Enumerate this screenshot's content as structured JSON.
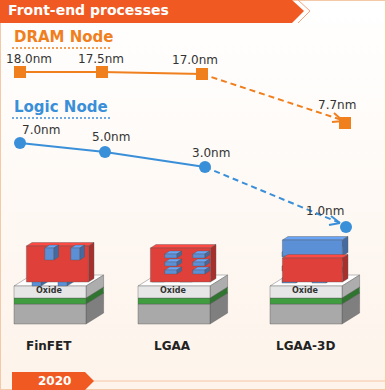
{
  "diagram": {
    "title": "Front-end processes",
    "nodes": [
      {
        "text": [
          "2020"
        ]
      }
    ],
    "labels": [
      "DRAM Node",
      "18.0nm",
      "17.5nm",
      "17.0nm",
      "7.7nm",
      "Logic Node",
      "7.0nm",
      "5.0nm",
      "3.0nm",
      "1.0nm",
      "Oxide",
      "Oxide",
      "Oxide",
      "FinFET",
      "LGAA",
      "LGAA-3D"
    ]
  }
}
